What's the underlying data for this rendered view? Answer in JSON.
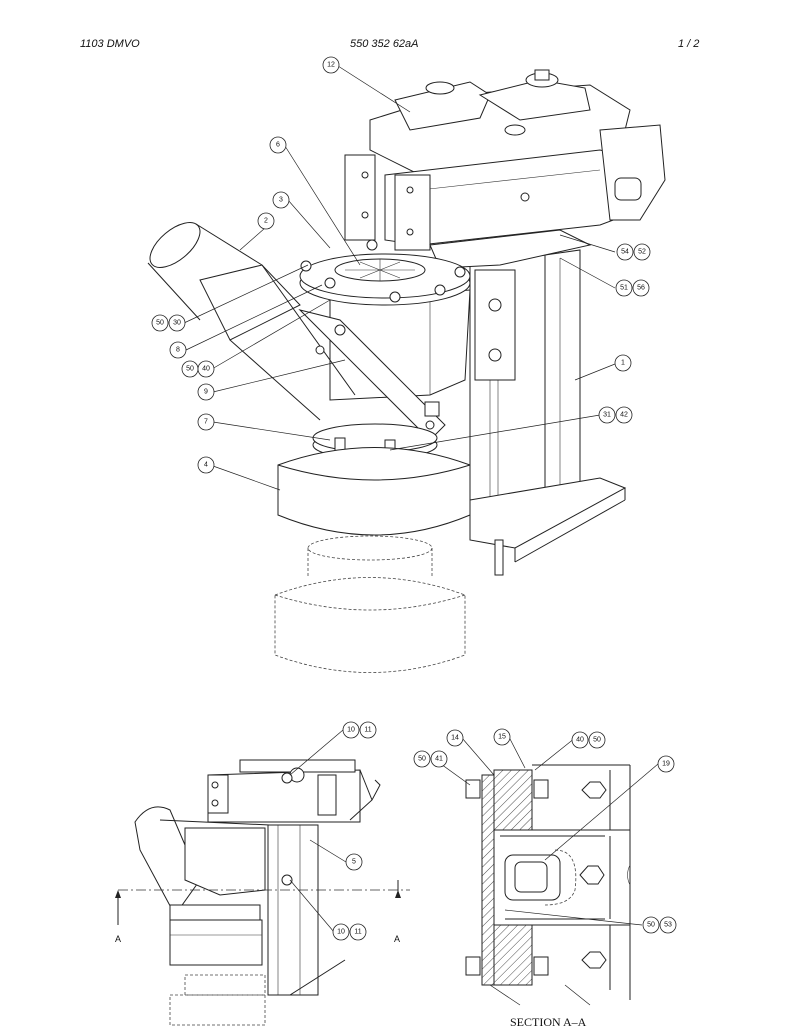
{
  "header": {
    "doc_number": "1103 DMVO",
    "part_number": "550 352 62aA",
    "page": "1 /  2"
  },
  "main_view": {
    "balloons": [
      "12",
      "6",
      "3",
      "2",
      "50",
      "30",
      "8",
      "50",
      "40",
      "9",
      "7",
      "4",
      "54",
      "52",
      "51",
      "56",
      "1",
      "31",
      "42"
    ]
  },
  "side_view": {
    "balloons": [
      "10",
      "11",
      "5",
      "10",
      "11"
    ],
    "section_marks": [
      "A",
      "A"
    ]
  },
  "section_view": {
    "balloons": [
      "14",
      "15",
      "40",
      "50",
      "50",
      "41",
      "19",
      "50",
      "53"
    ],
    "title": "SECTION A–A"
  }
}
